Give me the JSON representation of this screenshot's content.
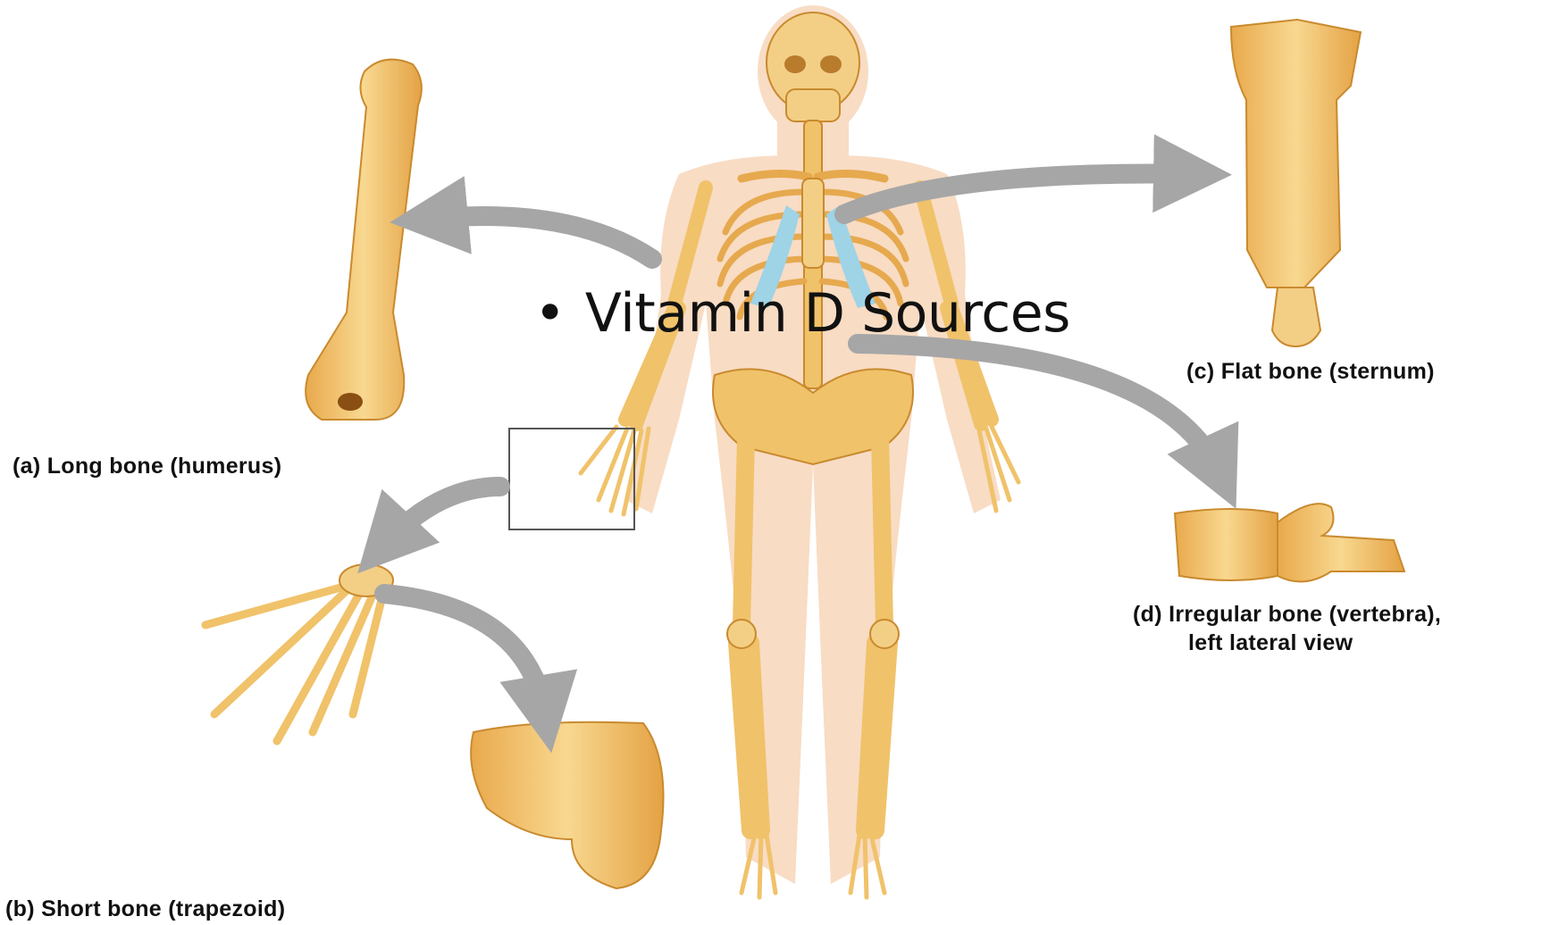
{
  "slide": {
    "bullet_text": "Vitamin D Sources"
  },
  "labels": {
    "long_bone": "(a) Long bone (humerus)",
    "short_bone": "(b) Short bone (trapezoid)",
    "flat_bone": "(c) Flat bone (sternum)",
    "irregular_bone_line1": "(d) Irregular bone (vertebra),",
    "irregular_bone_line2": "left lateral view"
  },
  "colors": {
    "bone": "#f0c26a",
    "bone_light": "#f8dc9a",
    "bone_outline": "#c98a2e",
    "skin": "#f8dcc4",
    "cartilage": "#9fd3e6",
    "arrow": "#a6a6a6"
  }
}
